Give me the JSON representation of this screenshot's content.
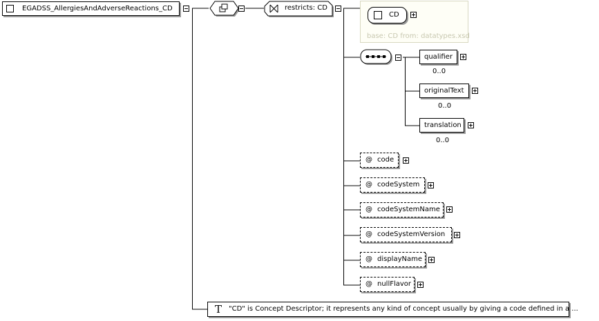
{
  "root": {
    "label": "EGADSS_AllergiesAndAdverseReactions_CD"
  },
  "restricts": {
    "label": "restricts: CD"
  },
  "base_box": {
    "type_label": "CD",
    "base_label": "base: CD from: datatypes.xsd"
  },
  "elements": [
    {
      "label": "qualifier",
      "cardinality": "0..0"
    },
    {
      "label": "originalText",
      "cardinality": "0..0"
    },
    {
      "label": "translation",
      "cardinality": "0..0"
    }
  ],
  "attributes": [
    {
      "symbol": "@",
      "label": "code"
    },
    {
      "symbol": "@",
      "label": "codeSystem"
    },
    {
      "symbol": "@",
      "label": "codeSystemName"
    },
    {
      "symbol": "@",
      "label": "codeSystemVersion"
    },
    {
      "symbol": "@",
      "label": "displayName"
    },
    {
      "symbol": "@",
      "label": "nullFlavor"
    }
  ],
  "annotation": {
    "symbol": "T",
    "text": "\"CD\" is Concept Descriptor; it represents any kind of concept usually by giving a code defined in a ..."
  },
  "colors": {
    "line": "#000000",
    "shadow": "#9a9a9a",
    "base_box_border": "#d8d8c0",
    "base_box_bg": "#fefef6",
    "muted_text": "#c8c8b0"
  }
}
